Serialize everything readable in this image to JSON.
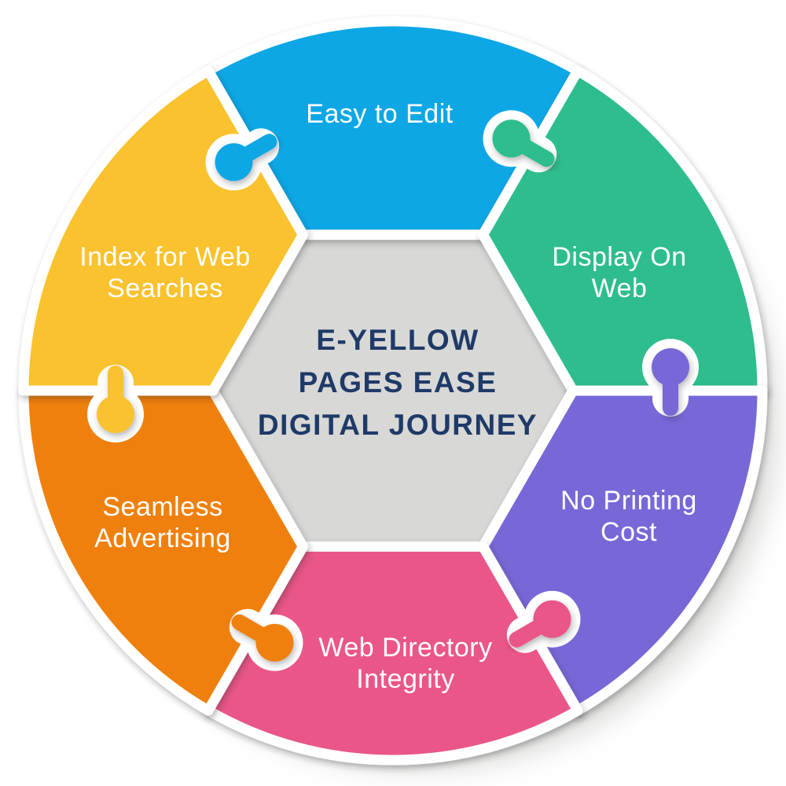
{
  "diagram": {
    "title": {
      "lines": [
        "E-YELLOW",
        "PAGES EASE",
        "DIGITAL JOURNEY"
      ],
      "color": "#1E3A68"
    },
    "label_color": "#FFFFFF",
    "background_color": "#FFFFFF",
    "channel_color": "#FFFFFF",
    "shadow_color": "#D8D8D6",
    "segments": [
      {
        "id": "easy-to-edit",
        "label": "Easy to Edit",
        "lines": [
          "Easy to Edit"
        ],
        "color": "#0AA7E6",
        "position": "top"
      },
      {
        "id": "display-on-web",
        "label": "Display On Web",
        "lines": [
          "Display On",
          "Web"
        ],
        "color": "#2EBD8E",
        "position": "top-right"
      },
      {
        "id": "no-printing-cost",
        "label": "No Printing Cost",
        "lines": [
          "No Printing",
          "Cost"
        ],
        "color": "#7768D8",
        "position": "bottom-right"
      },
      {
        "id": "web-directory-integrity",
        "label": "Web Directory Integrity",
        "lines": [
          "Web Directory",
          "Integrity"
        ],
        "color": "#EA5689",
        "position": "bottom"
      },
      {
        "id": "seamless-advertising",
        "label": "Seamless Advertising",
        "lines": [
          "Seamless",
          "Advertising"
        ],
        "color": "#F0800F",
        "position": "bottom-left"
      },
      {
        "id": "index-for-web-searches",
        "label": "Index for Web Searches",
        "lines": [
          "Index for Web",
          "Searches"
        ],
        "color": "#F9C22D",
        "position": "top-left"
      }
    ]
  }
}
